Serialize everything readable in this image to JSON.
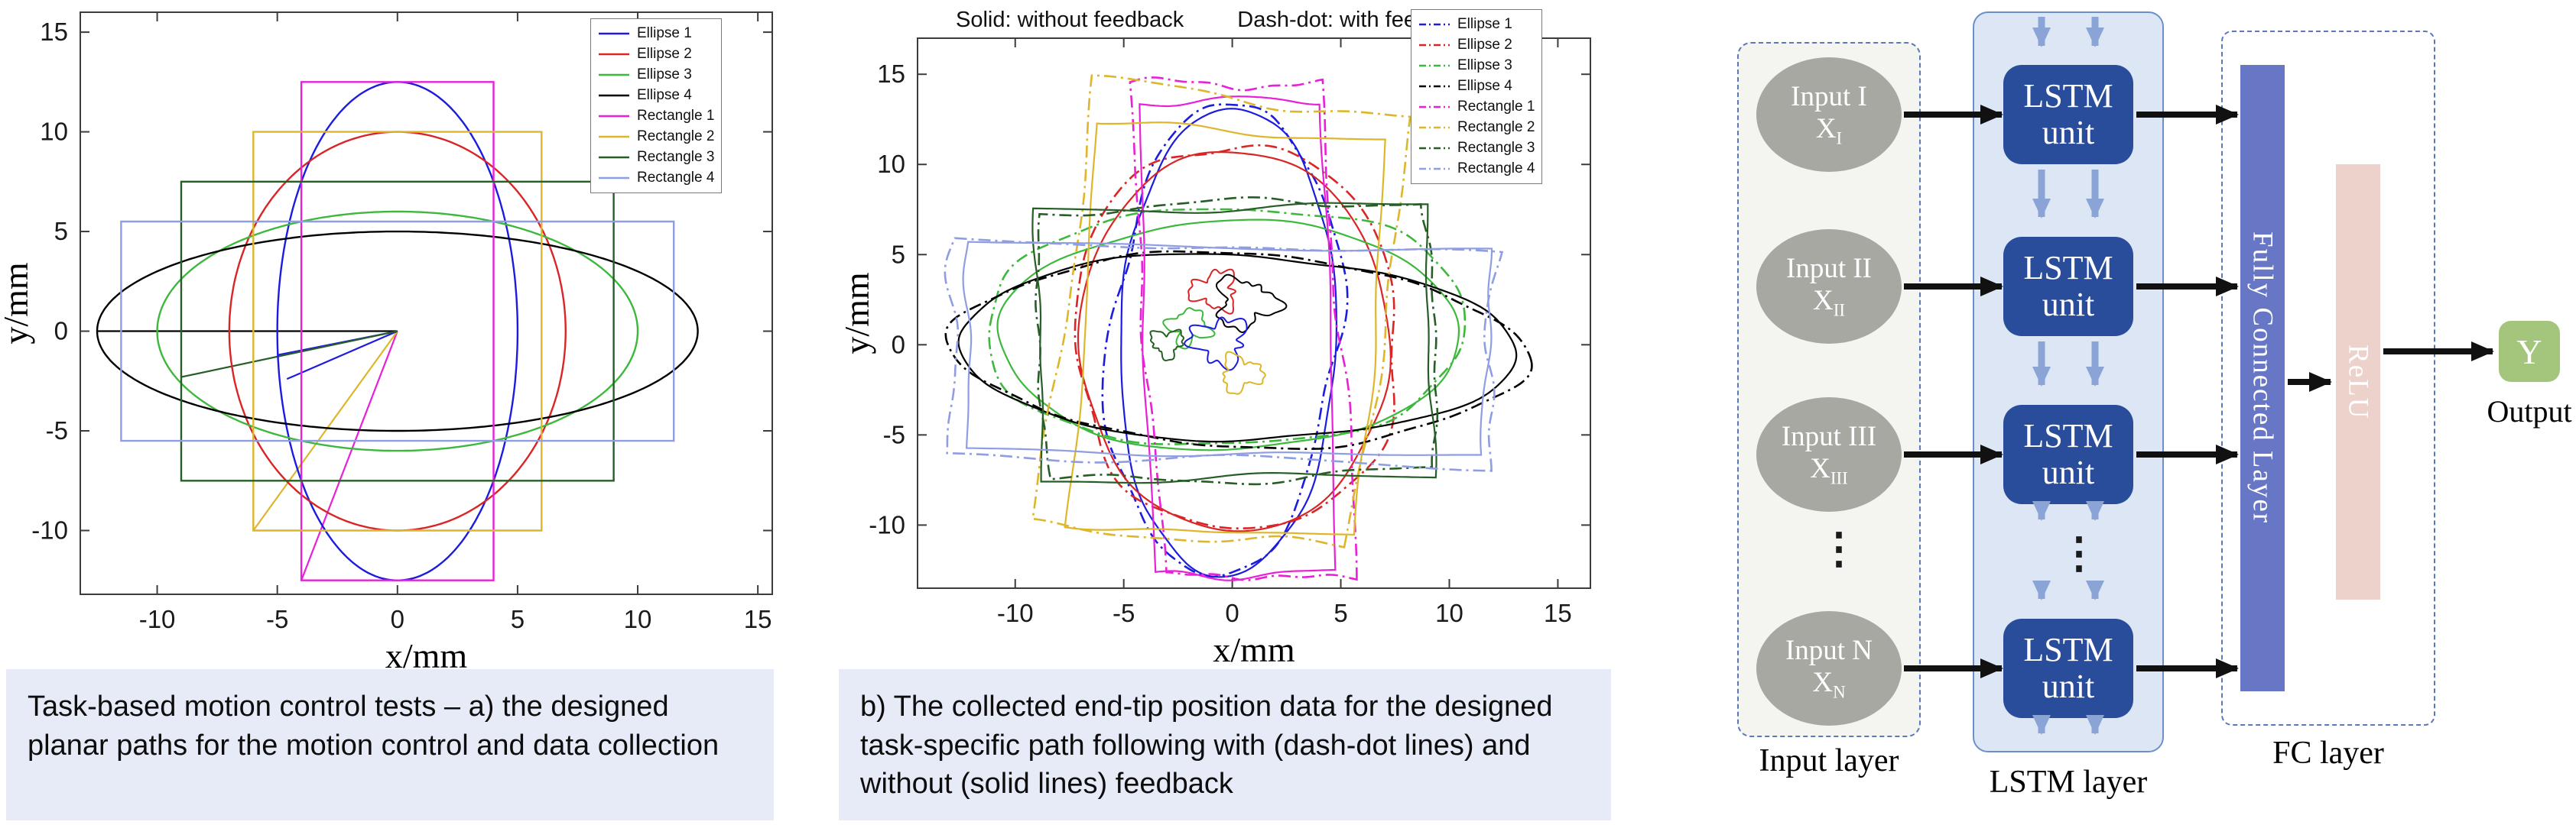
{
  "captions": {
    "a": "Task-based motion control tests – a) the designed planar paths for the motion control and data collection",
    "b": "b) The collected end-tip position data for the designed task-specific path following with (dash-dot lines) and without (solid lines) feedback"
  },
  "chart_data": [
    {
      "id": "a",
      "type": "line",
      "title": "",
      "xlabel": "x/mm",
      "ylabel": "y/mm",
      "units": "mm",
      "xlim": [
        -13.2,
        15.6
      ],
      "ylim": [
        -13.2,
        16.0
      ],
      "xticks": [
        -10,
        -5,
        0,
        5,
        10,
        15
      ],
      "yticks": [
        -10,
        -5,
        0,
        5,
        10,
        15
      ],
      "grid": false,
      "legend_position": "top-right",
      "series": [
        {
          "name": "Ellipse 1",
          "shape": "ellipse",
          "color": "#1c1ce0",
          "cx": 0,
          "cy": 0,
          "rx": 5,
          "ry": 12.5
        },
        {
          "name": "Ellipse 2",
          "shape": "ellipse",
          "color": "#d92525",
          "cx": 0,
          "cy": 0,
          "rx": 7,
          "ry": 10
        },
        {
          "name": "Ellipse 3",
          "shape": "ellipse",
          "color": "#3db83d",
          "cx": 0,
          "cy": 0,
          "rx": 10,
          "ry": 6
        },
        {
          "name": "Ellipse 4",
          "shape": "ellipse",
          "color": "#000000",
          "cx": 0,
          "cy": 0,
          "rx": 12.5,
          "ry": 5
        },
        {
          "name": "Rectangle 1",
          "shape": "rect",
          "color": "#e820d8",
          "cx": 0,
          "cy": 0,
          "rx": 4,
          "ry": 12.5
        },
        {
          "name": "Rectangle 2",
          "shape": "rect",
          "color": "#ddb62c",
          "cx": 0,
          "cy": 0,
          "rx": 6,
          "ry": 10
        },
        {
          "name": "Rectangle 3",
          "shape": "rect",
          "color": "#265e26",
          "cx": 0,
          "cy": 0,
          "rx": 9,
          "ry": 7.5
        },
        {
          "name": "Rectangle 4",
          "shape": "rect",
          "color": "#8f9de2",
          "cx": 0,
          "cy": 0,
          "rx": 11.5,
          "ry": 5.5
        }
      ],
      "transition_lines": [
        {
          "color": "#000000",
          "x1": 0,
          "y1": 0,
          "x2": -12.5,
          "y2": 0
        },
        {
          "color": "#e820d8",
          "x1": 0,
          "y1": 0,
          "x2": -4,
          "y2": -12.5
        },
        {
          "color": "#ddb62c",
          "x1": 0,
          "y1": 0,
          "x2": -6,
          "y2": -10
        },
        {
          "color": "#1c1ce0",
          "x1": 0,
          "y1": 0,
          "x2": -5,
          "y2": -1.2
        },
        {
          "color": "#1c1ce0",
          "x1": 0,
          "y1": 0,
          "x2": -4.6,
          "y2": -2.4
        },
        {
          "color": "#265e26",
          "x1": 0,
          "y1": 0,
          "x2": -9,
          "y2": -2.3
        }
      ]
    },
    {
      "id": "b",
      "type": "line",
      "title": "",
      "annotations": [
        "Solid: without feedback",
        "Dash-dot: with feedback"
      ],
      "xlabel": "x/mm",
      "ylabel": "y/mm",
      "units": "mm",
      "xlim": [
        -14.5,
        16.5
      ],
      "ylim": [
        -13.5,
        17.0
      ],
      "xticks": [
        -10,
        -5,
        0,
        5,
        10,
        15
      ],
      "yticks": [
        -10,
        -5,
        0,
        5,
        10,
        15
      ],
      "grid": false,
      "legend_position": "top-right",
      "series": [
        {
          "name": "Ellipse 1",
          "shape": "ellipse",
          "color": "#1c1ce0",
          "rx": 5,
          "ry": 12.5,
          "noise_solid": 0.32,
          "noise_dash": 0.55,
          "rot": -3,
          "dx": -0.4,
          "dy": 0.3,
          "grow": 1.05
        },
        {
          "name": "Ellipse 2",
          "shape": "ellipse",
          "color": "#d92525",
          "rx": 7,
          "ry": 10,
          "noise_solid": 0.3,
          "noise_dash": 0.5,
          "rot": 2,
          "dx": 0.2,
          "dy": 0.4,
          "grow": 1.08
        },
        {
          "name": "Ellipse 3",
          "shape": "ellipse",
          "color": "#3db83d",
          "rx": 10,
          "ry": 6,
          "noise_solid": 0.26,
          "noise_dash": 0.45,
          "rot": 2,
          "dx": -0.3,
          "dy": 1.0,
          "grow": 1.12
        },
        {
          "name": "Ellipse 4",
          "shape": "ellipse",
          "color": "#000000",
          "rx": 12.5,
          "ry": 5,
          "noise_solid": 0.3,
          "noise_dash": 0.5,
          "rot": -3,
          "dx": 0.3,
          "dy": -0.3,
          "grow": 1.05
        },
        {
          "name": "Rectangle 1",
          "shape": "rect",
          "color": "#e820d8",
          "rx": 4,
          "ry": 12.5,
          "noise_solid": 0.35,
          "noise_dash": 0.6,
          "rot": 3,
          "dx": 0.5,
          "dy": 0.8,
          "grow": 1.1
        },
        {
          "name": "Rectangle 2",
          "shape": "rect",
          "color": "#ddb62c",
          "rx": 6,
          "ry": 10,
          "noise_solid": 0.35,
          "noise_dash": 0.6,
          "rot": -7,
          "dx": -0.5,
          "dy": 1.5,
          "grow": 1.22
        },
        {
          "name": "Rectangle 3",
          "shape": "rect",
          "color": "#265e26",
          "rx": 9,
          "ry": 7.5,
          "noise_solid": 0.3,
          "noise_dash": 0.5,
          "rot": 2,
          "dx": 0.2,
          "dy": 0.2,
          "grow": 1.0
        },
        {
          "name": "Rectangle 4",
          "shape": "rect",
          "color": "#8f9de2",
          "rx": 11.5,
          "ry": 5.5,
          "noise_solid": 0.3,
          "noise_dash": 0.5,
          "rot": -2,
          "dx": -0.5,
          "dy": -0.5,
          "grow": 1.08
        }
      ],
      "center_transients": [
        {
          "color": "#d92525",
          "cx": -0.8,
          "cy": 3.0,
          "r": 1.0
        },
        {
          "color": "#000000",
          "cx": 0.6,
          "cy": 2.3,
          "r": 1.3
        },
        {
          "color": "#3db83d",
          "cx": -2.0,
          "cy": 1.0,
          "r": 0.9
        },
        {
          "color": "#1c1ce0",
          "cx": -0.6,
          "cy": 0.2,
          "r": 1.2
        },
        {
          "color": "#ddb62c",
          "cx": 0.4,
          "cy": -1.6,
          "r": 0.9
        },
        {
          "color": "#265e26",
          "cx": -3.0,
          "cy": 0.1,
          "r": 0.7
        }
      ]
    }
  ],
  "diagram": {
    "ellipsis": "⋮",
    "input_layer": {
      "label": "Input layer",
      "nodes": [
        {
          "title": "Input I",
          "symbol": "X",
          "sub": "I"
        },
        {
          "title": "Input II",
          "symbol": "X",
          "sub": "II"
        },
        {
          "title": "Input III",
          "symbol": "X",
          "sub": "III"
        },
        {
          "title": "Input N",
          "symbol": "X",
          "sub": "N"
        }
      ]
    },
    "lstm_layer": {
      "label": "LSTM layer",
      "unit_label": "LSTM unit",
      "unit_count": 4
    },
    "fc_layer": {
      "label": "FC layer",
      "fully_connected_label": "Fully Connected Layer",
      "relu_label": "ReLU"
    },
    "output": {
      "label": "Output",
      "node_label": "Y"
    },
    "colors": {
      "lstm_unit": "#2a4d9b",
      "lstm_box": "#dce6f5",
      "input_node": "#a8a8a2",
      "fc_rect": "#6877c5",
      "relu_rect": "#edd2cb",
      "output_node": "#a4c57c",
      "arrow_black": "#111111",
      "arrow_blue": "#8ba4d6"
    }
  }
}
